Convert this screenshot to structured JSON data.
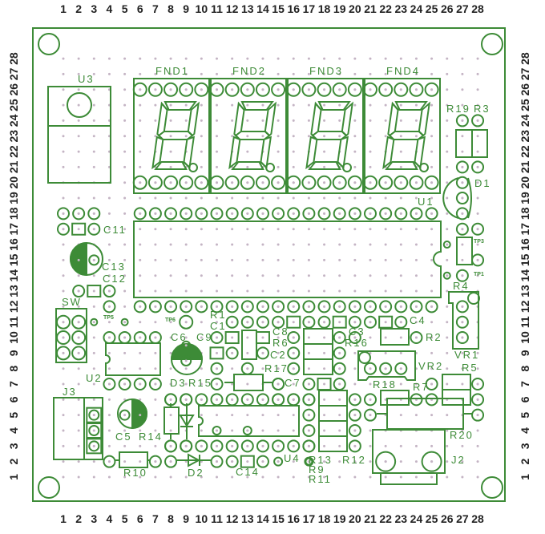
{
  "board": {
    "col_labels": [
      "1",
      "2",
      "3",
      "4",
      "5",
      "6",
      "7",
      "8",
      "9",
      "10",
      "11",
      "12",
      "13",
      "14",
      "15",
      "16",
      "17",
      "18",
      "19",
      "20",
      "21",
      "22",
      "23",
      "24",
      "25",
      "26",
      "27",
      "28"
    ],
    "row_labels": [
      "1",
      "2",
      "3",
      "4",
      "5",
      "6",
      "7",
      "8",
      "9",
      "10",
      "11",
      "12",
      "13",
      "14",
      "15",
      "16",
      "17",
      "18",
      "19",
      "20",
      "21",
      "22",
      "23",
      "24",
      "25",
      "26",
      "27",
      "28"
    ],
    "colors": {
      "silkscreen": "#3d8b37",
      "grid_dot": "#c4b4c4",
      "axis_text": "#222222"
    }
  },
  "components": {
    "u3": "U3",
    "fnd1": "FND1",
    "fnd2": "FND2",
    "fnd3": "FND3",
    "fnd4": "FND4",
    "u1": "U1",
    "u2": "U2",
    "u4": "U4",
    "c11": "C11",
    "c13": "C13",
    "c12": "C12",
    "sw": "SW",
    "tp5": "TP5",
    "tp6": "TP6",
    "c6": "C6",
    "c9": "C9",
    "r1": "R1",
    "c1": "C1",
    "c8": "C8",
    "r6": "R6",
    "c2": "C2",
    "r17": "R17",
    "c3": "C3",
    "r16": "R16",
    "c4": "C4",
    "r2": "R2",
    "c7": "C7",
    "d3": "D3",
    "r15": "R15",
    "j3": "J3",
    "c5": "C5",
    "r14": "R14",
    "r10": "R10",
    "d2": "D2",
    "c14": "C14",
    "r13": "R13",
    "r9": "R9",
    "r11": "R11",
    "r12": "R12",
    "r18": "R18",
    "r7": "R7",
    "r20": "R20",
    "j2": "J2",
    "vr2": "VR2",
    "vr1": "VR1",
    "r4": "R4",
    "r5": "R5",
    "r19": "R19",
    "r3": "R3",
    "d1": "D1",
    "tp3": "TP3",
    "tp1": "TP1"
  }
}
